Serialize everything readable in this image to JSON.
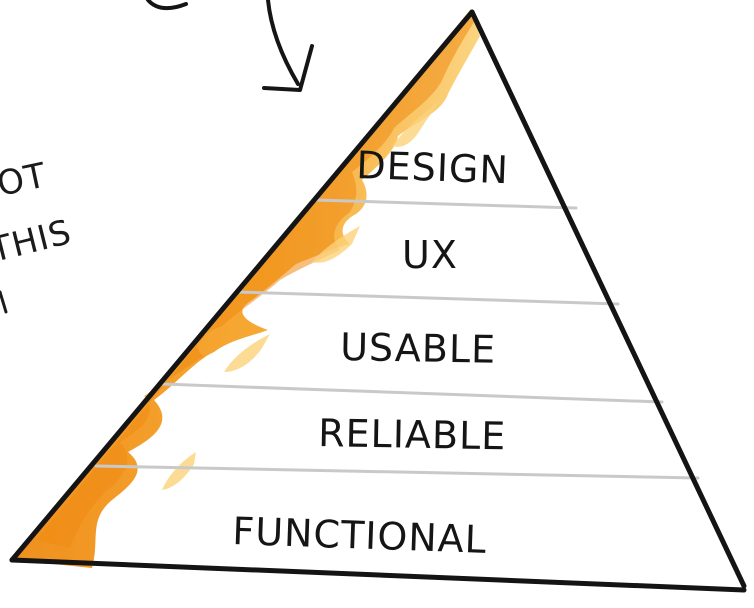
{
  "layers": [
    {
      "label": "DESIGN"
    },
    {
      "label": "UX"
    },
    {
      "label": "USABLE"
    },
    {
      "label": "RELIABLE"
    },
    {
      "label": "FUNCTIONAL"
    }
  ],
  "side_note": {
    "line1": "OT",
    "line2": "THIS"
  },
  "colors": {
    "outline": "#141414",
    "divider": "#c9c9c9",
    "flame_outer": "#f7b23a",
    "flame_inner": "#ef8a12",
    "flame_light": "#fbd27a"
  }
}
